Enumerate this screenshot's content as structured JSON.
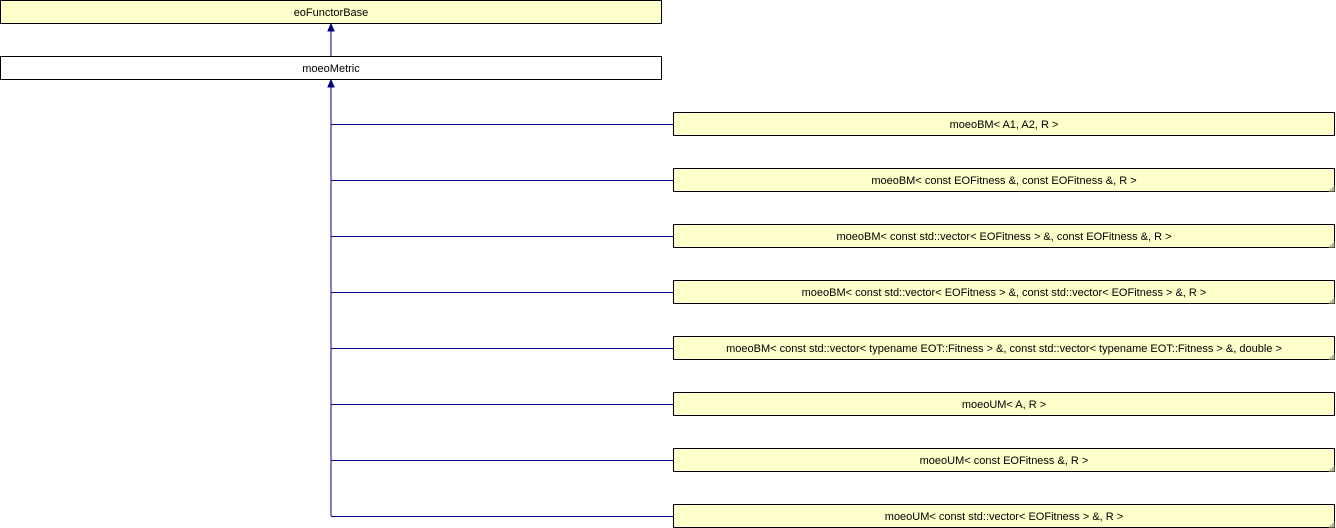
{
  "diagram": {
    "root": {
      "label": "eoFunctorBase"
    },
    "main": {
      "label": "moeoMetric"
    },
    "children": [
      {
        "label": "moeoBM< A1, A2, R >",
        "folded": false
      },
      {
        "label": "moeoBM< const EOFitness &, const EOFitness &, R >",
        "folded": true
      },
      {
        "label": "moeoBM< const std::vector< EOFitness > &, const EOFitness &, R >",
        "folded": true
      },
      {
        "label": "moeoBM< const std::vector< EOFitness > &, const std::vector< EOFitness > &, R >",
        "folded": true
      },
      {
        "label": "moeoBM< const std::vector< typename EOT::Fitness > &, const std::vector< typename EOT::Fitness > &, double >",
        "folded": true
      },
      {
        "label": "moeoUM< A, R >",
        "folded": false
      },
      {
        "label": "moeoUM< const EOFitness &, R >",
        "folded": true
      },
      {
        "label": "moeoUM< const std::vector< EOFitness > &, R >",
        "folded": true
      }
    ],
    "colors": {
      "class_fill": "#ffffcc",
      "current_fill": "#ffffff",
      "edge": "#000080",
      "fold_corner": "#b5b587"
    }
  }
}
